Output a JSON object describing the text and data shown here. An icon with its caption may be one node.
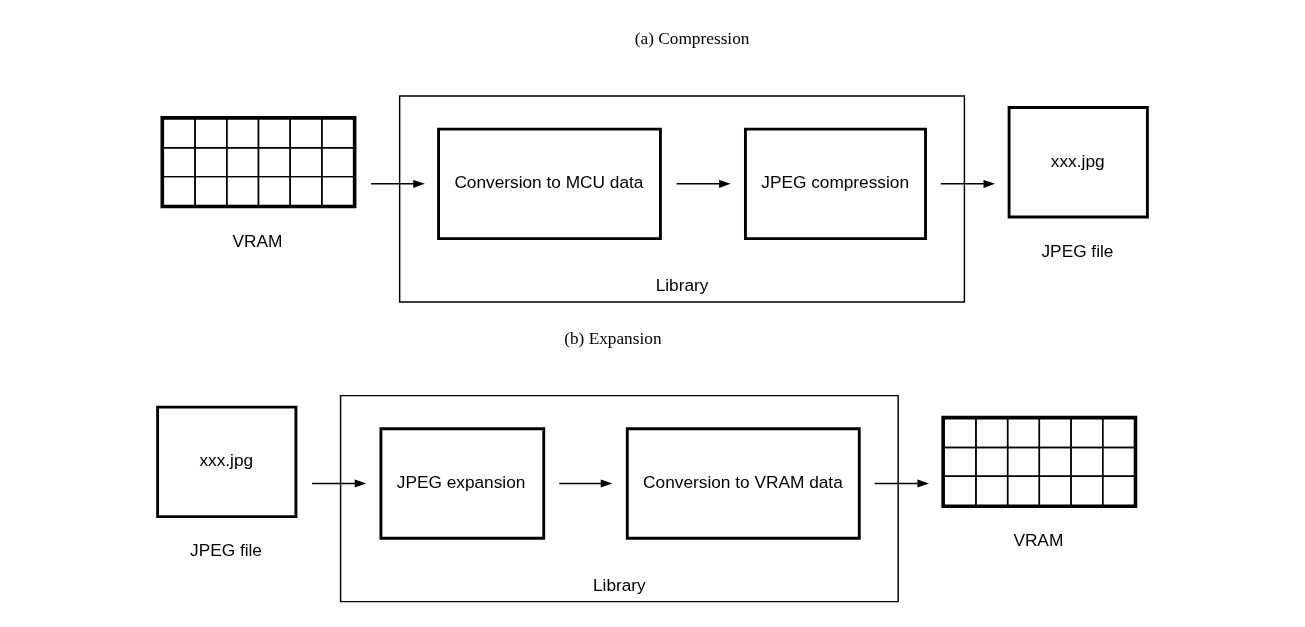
{
  "diagram": {
    "nodes": [
      {
        "text": [],
        "shape": "picture",
        "beside": [
          "VRAM"
        ]
      },
      {
        "text": [
          "Library"
        ]
      },
      {
        "text": [
          "Conversion to MCU data"
        ],
        "in": 1
      },
      {
        "text": [
          "JPEG compression"
        ],
        "in": 1
      },
      {
        "text": [
          "xxx.jpg"
        ],
        "beside": [
          "JPEG file"
        ]
      },
      {
        "text": [
          "xxx.jpg"
        ],
        "beside": [
          "JPEG file"
        ]
      },
      {
        "text": [
          "Library"
        ]
      },
      {
        "text": [
          "JPEG expansion"
        ],
        "in": 6
      },
      {
        "text": [
          "Conversion to VRAM data"
        ],
        "in": 6
      },
      {
        "text": [],
        "shape": "picture",
        "beside": [
          "VRAM"
        ]
      }
    ],
    "edges": [
      {
        "from": 0,
        "to": 2,
        "arrow": "to"
      },
      {
        "from": 2,
        "to": 3,
        "arrow": "to"
      },
      {
        "from": 3,
        "to": 4,
        "arrow": "to"
      },
      {
        "from": 5,
        "to": 7,
        "arrow": "to"
      },
      {
        "from": 7,
        "to": 8,
        "arrow": "to"
      },
      {
        "from": 8,
        "to": 9,
        "arrow": "to"
      }
    ],
    "labels": [
      "(a) Compression",
      "(b) Expansion"
    ]
  }
}
